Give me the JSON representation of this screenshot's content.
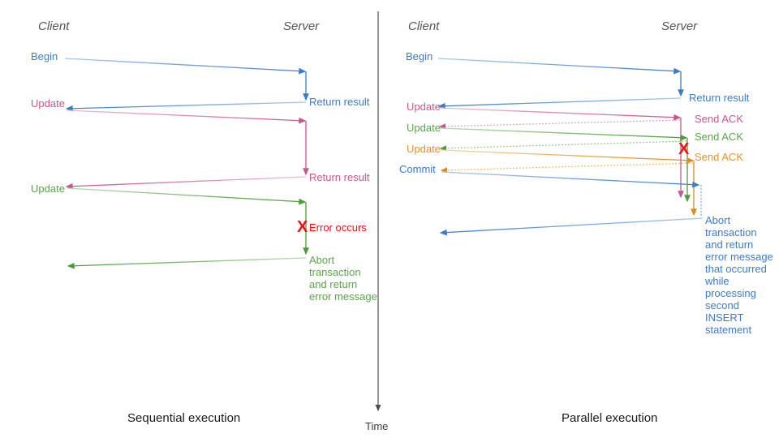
{
  "figure": {
    "title_left": "Sequential execution",
    "title_right": "Parallel execution",
    "time_axis_label": "Time"
  },
  "colors": {
    "blue": "#3d7cc9",
    "blue_light": "#7aa9dd",
    "pink": "#c9578f",
    "pink_light": "#dba3c0",
    "green": "#4e9b3d",
    "green_light": "#95c98a",
    "orange": "#e08a1e",
    "orange_light": "#f3bb72",
    "red": "#ee1111",
    "axis": "#4d4d4d",
    "actor": "#555555",
    "caption": "#1a1a1a"
  },
  "left_panel": {
    "actor_client": "Client",
    "actor_server": "Server",
    "messages": [
      {
        "label": "Begin",
        "color": "blue",
        "direction": "to-server"
      },
      {
        "label": "Return result",
        "color": "blue",
        "direction": "to-client"
      },
      {
        "label": "Update",
        "color": "pink",
        "direction": "to-server"
      },
      {
        "label": "Return result",
        "color": "pink",
        "direction": "to-client"
      },
      {
        "label": "Update",
        "color": "green",
        "direction": "to-server"
      },
      {
        "label": "Error occurs",
        "color": "red",
        "direction": "marker"
      },
      {
        "label": "Abort transaction and return error message",
        "color": "green",
        "direction": "to-client"
      }
    ],
    "error_marker": "X",
    "error_text": "Error occurs",
    "abort_text": "Abort\ntransaction\nand return\nerror message"
  },
  "right_panel": {
    "actor_client": "Client",
    "actor_server": "Server",
    "messages": [
      {
        "label": "Begin",
        "color": "blue",
        "direction": "to-server"
      },
      {
        "label": "Return result",
        "color": "blue",
        "direction": "to-client"
      },
      {
        "label": "Update",
        "color": "pink",
        "direction": "to-server"
      },
      {
        "label": "Send ACK",
        "color": "pink",
        "direction": "to-client"
      },
      {
        "label": "Update",
        "color": "green",
        "direction": "to-server"
      },
      {
        "label": "Send ACK",
        "color": "green",
        "direction": "to-client"
      },
      {
        "label": "Update",
        "color": "orange",
        "direction": "to-server"
      },
      {
        "label": "Send ACK",
        "color": "orange",
        "direction": "to-client"
      },
      {
        "label": "Commit",
        "color": "blue",
        "direction": "to-server"
      }
    ],
    "error_marker": "X",
    "abort_text": "Abort\ntransaction\nand return\nerror message\nthat occurred\nwhile\nprocessing\nsecond\nINSERT\nstatement"
  }
}
